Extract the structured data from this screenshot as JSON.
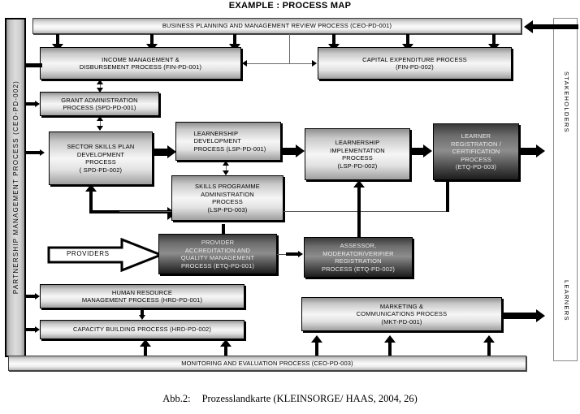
{
  "title": "EXAMPLE : PROCESS MAP",
  "caption": {
    "label": "Abb.2:",
    "text": "Prozesslandkarte (KLEINSORGE/ HAAS, 2004, 26)"
  },
  "side_pillars": {
    "left": "PARTNERSHIP MANAGEMENT PROCESS (CEO-PD-002)",
    "right_top": "STAKEHOLDERS",
    "right_bottom": "LEARNERS"
  },
  "bars": {
    "top": "BUSINESS PLANNING AND MANAGEMENT REVIEW PROCESS (CEO-PD-001)",
    "bottom": "MONITORING AND EVALUATION PROCESS (CEO-PD-003)"
  },
  "external_input": "PROVIDERS",
  "boxes": [
    {
      "id": "income",
      "lines": [
        "INCOME MANAGEMENT &",
        "DISBURSEMENT PROCESS (FIN-PD-001)"
      ],
      "style": "light"
    },
    {
      "id": "capital",
      "lines": [
        "CAPITAL EXPENDITURE PROCESS",
        "(FIN-PD-002)"
      ],
      "style": "light"
    },
    {
      "id": "grant",
      "lines": [
        "GRANT ADMINISTRATION",
        "PROCESS (SPD-PD-001)"
      ],
      "style": "light"
    },
    {
      "id": "sector",
      "lines": [
        "SECTOR SKILLS PLAN",
        "DEVELOPMENT",
        "PROCESS",
        "( SPD-PD-002)"
      ],
      "style": "light"
    },
    {
      "id": "learnership_dev",
      "lines": [
        "LEARNERSHIP",
        "DEVELOPMENT",
        "PROCESS (LSP-PD-001)"
      ],
      "style": "light"
    },
    {
      "id": "skills_prog",
      "lines": [
        "SKILLS PROGRAMME",
        "ADMINISTRATION",
        "PROCESS",
        "(LSP-PD-003)"
      ],
      "style": "light"
    },
    {
      "id": "learnership_impl",
      "lines": [
        "LEARNERSHIP",
        "IMPLEMENTATION",
        "PROCESS",
        "(LSP-PD-002)"
      ],
      "style": "light"
    },
    {
      "id": "learner_reg",
      "lines": [
        "LEARNER",
        "REGISTRATION /",
        "CERTIFICATION",
        "PROCESS",
        "(ETQ-PD-003)"
      ],
      "style": "dark"
    },
    {
      "id": "provider_acc",
      "lines": [
        "PROVIDER",
        "ACCREDITATION AND",
        "QUALITY MANAGEMENT",
        "PROCESS (ETQ-PD-001)"
      ],
      "style": "dark"
    },
    {
      "id": "assessor",
      "lines": [
        "ASSESSOR,",
        "MODERATOR/VERIFIER",
        "REGISTRATION",
        "PROCESS (ETQ-PD-002)"
      ],
      "style": "dark"
    },
    {
      "id": "hr",
      "lines": [
        "HUMAN RESOURCE",
        "MANAGEMENT PROCESS (HRD-PD-001)"
      ],
      "style": "light"
    },
    {
      "id": "capacity",
      "lines": [
        "CAPACITY BUILDING PROCESS (HRD-PD-002)"
      ],
      "style": "light"
    },
    {
      "id": "marketing",
      "lines": [
        "MARKETING &",
        "COMMUNICATIONS PROCESS",
        "(MKT-PD-001)"
      ],
      "style": "light"
    }
  ],
  "colors": {
    "line": "#000000",
    "thin_line": "#6a6a6a",
    "dark_box_text": "#eaeaea",
    "frame_border": "#8a8a8a"
  }
}
